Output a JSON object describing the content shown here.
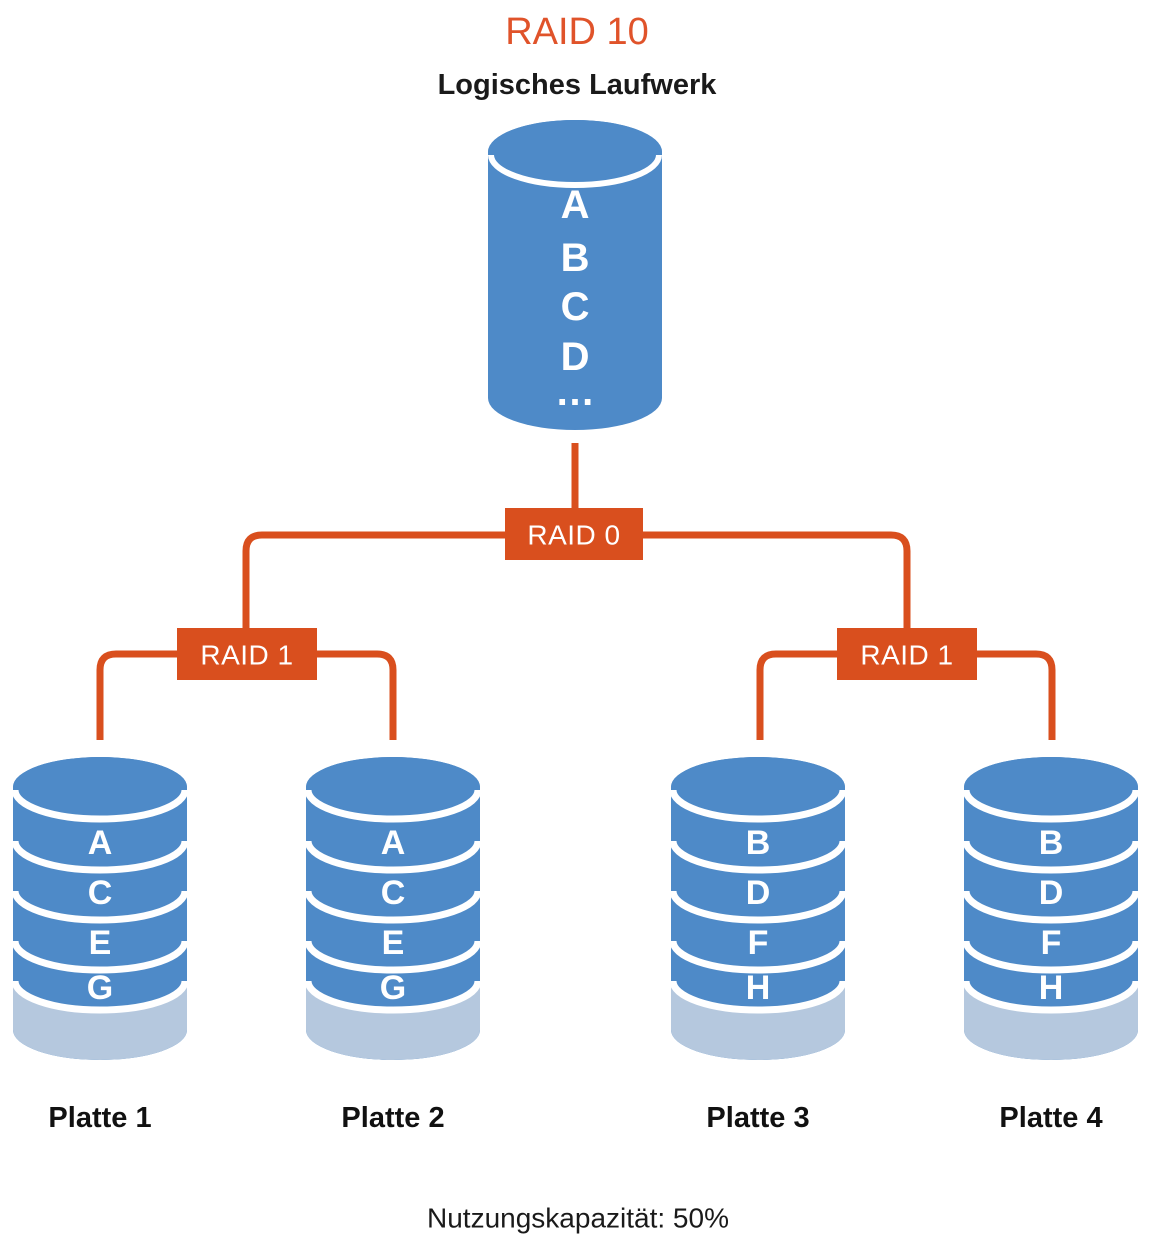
{
  "title": "RAID 10",
  "subtitle": "Logisches Laufwerk",
  "caption": "Nutzungskapazität: 50%",
  "colors": {
    "title_orange": "#E0532A",
    "orange": "#D94F1E",
    "disk_blue": "#4E8AC8",
    "disk_gray": "#B5C8DE",
    "separator_white": "#FFFFFF",
    "text_black": "#1A1A1A"
  },
  "logical_drive_blocks": [
    "A",
    "B",
    "C",
    "D",
    "…"
  ],
  "raid_nodes": {
    "root": "RAID 0",
    "left": "RAID 1",
    "right": "RAID 1"
  },
  "disks": [
    {
      "label": "Platte 1",
      "blocks": [
        "A",
        "C",
        "E",
        "G"
      ]
    },
    {
      "label": "Platte 2",
      "blocks": [
        "A",
        "C",
        "E",
        "G"
      ]
    },
    {
      "label": "Platte 3",
      "blocks": [
        "B",
        "D",
        "F",
        "H"
      ]
    },
    {
      "label": "Platte 4",
      "blocks": [
        "B",
        "D",
        "F",
        "H"
      ]
    }
  ]
}
